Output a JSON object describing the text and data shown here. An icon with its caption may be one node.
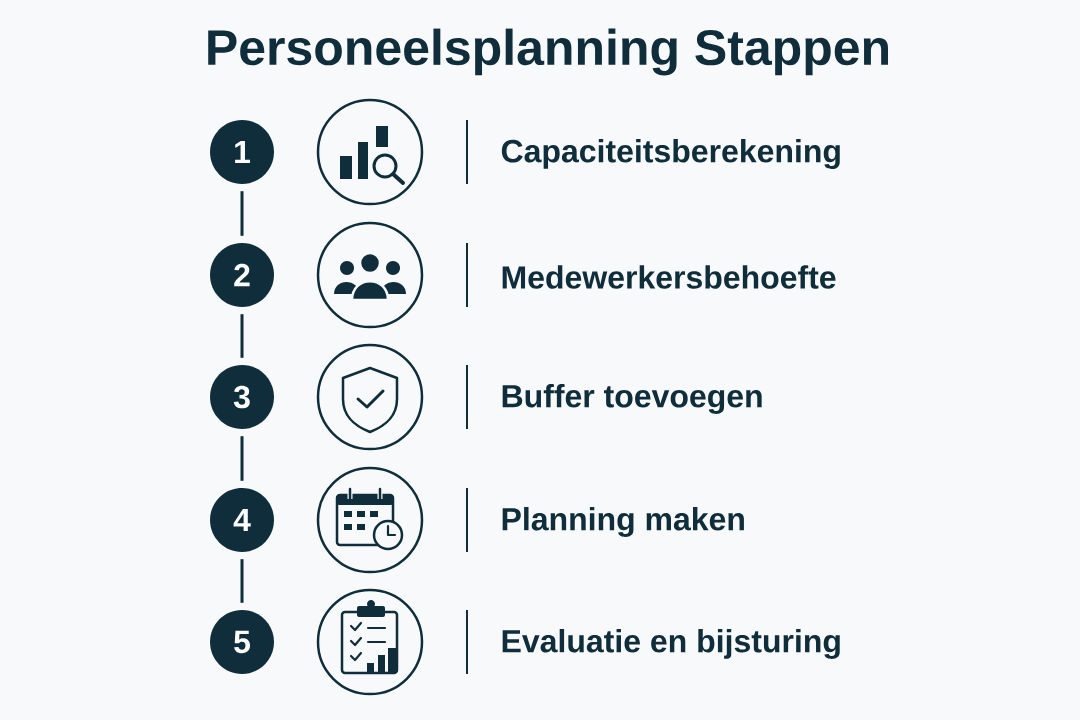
{
  "diagram": {
    "title": "Personeelsplanning Stappen",
    "nodes": [
      {
        "text": [
          "1"
        ]
      },
      {
        "text": [
          "2"
        ]
      },
      {
        "text": [
          "3"
        ]
      },
      {
        "text": [
          "4"
        ]
      },
      {
        "text": [
          "5"
        ]
      }
    ],
    "edges": [
      {
        "from": 0,
        "to": 1,
        "arrow": "none"
      },
      {
        "from": 1,
        "to": 2,
        "arrow": "none"
      },
      {
        "from": 2,
        "to": 3,
        "arrow": "none"
      },
      {
        "from": 3,
        "to": 4,
        "arrow": "none"
      }
    ],
    "labels": [
      "Capaciteitsberekening",
      "Medewerkersbehoefte",
      "Buffer toevoegen",
      "Planning maken",
      "Evaluatie en bijsturing"
    ]
  }
}
